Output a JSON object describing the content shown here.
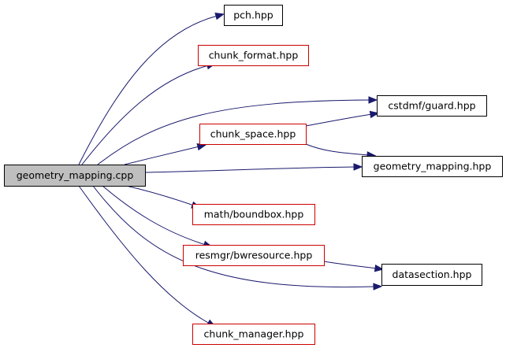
{
  "graph": {
    "colors": {
      "edge": "#1a1a6e",
      "root_fill": "#bfbfbf",
      "border_black": "#000000",
      "border_red": "#cc0000",
      "node_fill": "#ffffff"
    },
    "nodes": [
      {
        "id": "root",
        "label": "geometry_mapping.cpp",
        "style": "root"
      },
      {
        "id": "pch",
        "label": "pch.hpp",
        "style": "black"
      },
      {
        "id": "chunk_format",
        "label": "chunk_format.hpp",
        "style": "red"
      },
      {
        "id": "cstdmf_guard",
        "label": "cstdmf/guard.hpp",
        "style": "black"
      },
      {
        "id": "chunk_space",
        "label": "chunk_space.hpp",
        "style": "red"
      },
      {
        "id": "geometry_mapping_hpp",
        "label": "geometry_mapping.hpp",
        "style": "black"
      },
      {
        "id": "boundbox",
        "label": "math/boundbox.hpp",
        "style": "red"
      },
      {
        "id": "bwresource",
        "label": "resmgr/bwresource.hpp",
        "style": "red"
      },
      {
        "id": "datasection",
        "label": "datasection.hpp",
        "style": "black"
      },
      {
        "id": "chunk_manager",
        "label": "chunk_manager.hpp",
        "style": "red"
      }
    ],
    "edges": [
      {
        "from": "root",
        "to": "pch"
      },
      {
        "from": "root",
        "to": "chunk_format"
      },
      {
        "from": "root",
        "to": "cstdmf_guard"
      },
      {
        "from": "root",
        "to": "chunk_space"
      },
      {
        "from": "root",
        "to": "geometry_mapping_hpp"
      },
      {
        "from": "root",
        "to": "boundbox"
      },
      {
        "from": "root",
        "to": "bwresource"
      },
      {
        "from": "root",
        "to": "datasection"
      },
      {
        "from": "root",
        "to": "chunk_manager"
      },
      {
        "from": "chunk_space",
        "to": "cstdmf_guard"
      },
      {
        "from": "chunk_space",
        "to": "geometry_mapping_hpp"
      },
      {
        "from": "bwresource",
        "to": "datasection"
      }
    ]
  }
}
